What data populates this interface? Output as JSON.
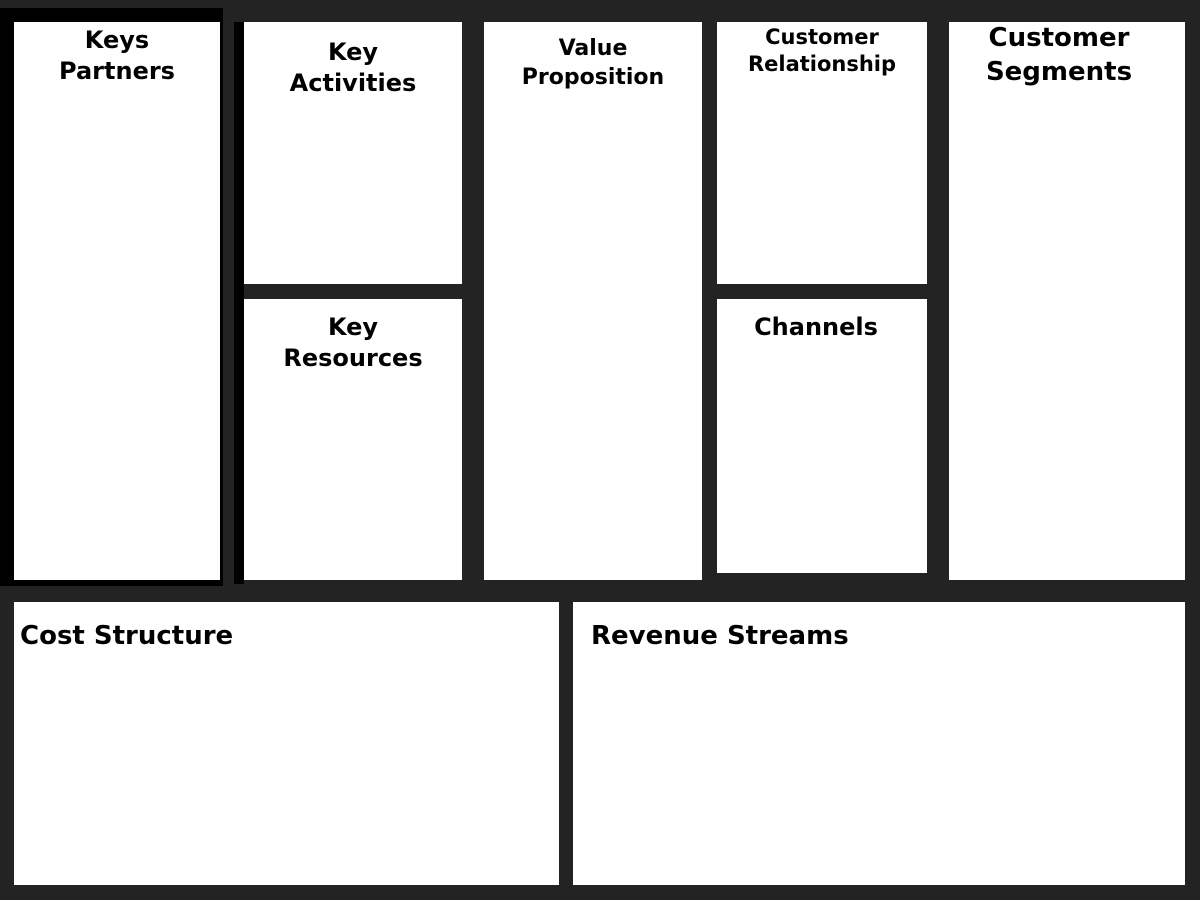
{
  "canvas": {
    "blocks": [
      {
        "key": "key_partners",
        "lines": [
          "Keys",
          "Partners"
        ]
      },
      {
        "key": "key_activities",
        "lines": [
          "Key",
          "Activities"
        ]
      },
      {
        "key": "key_resources",
        "lines": [
          "Key",
          "Resources"
        ]
      },
      {
        "key": "value_proposition",
        "lines": [
          "Value",
          "Proposition"
        ]
      },
      {
        "key": "customer_relationship",
        "lines": [
          "Customer",
          "Relationship"
        ]
      },
      {
        "key": "channels",
        "lines": [
          "Channels"
        ]
      },
      {
        "key": "customer_segments",
        "lines": [
          "Customer",
          "Segments"
        ]
      },
      {
        "key": "cost_structure",
        "lines": [
          "Cost Structure"
        ]
      },
      {
        "key": "revenue_streams",
        "lines": [
          "Revenue Streams"
        ]
      }
    ]
  },
  "colors": {
    "background": "#232323",
    "block_fill": "#ffffff",
    "text": "#000000"
  }
}
